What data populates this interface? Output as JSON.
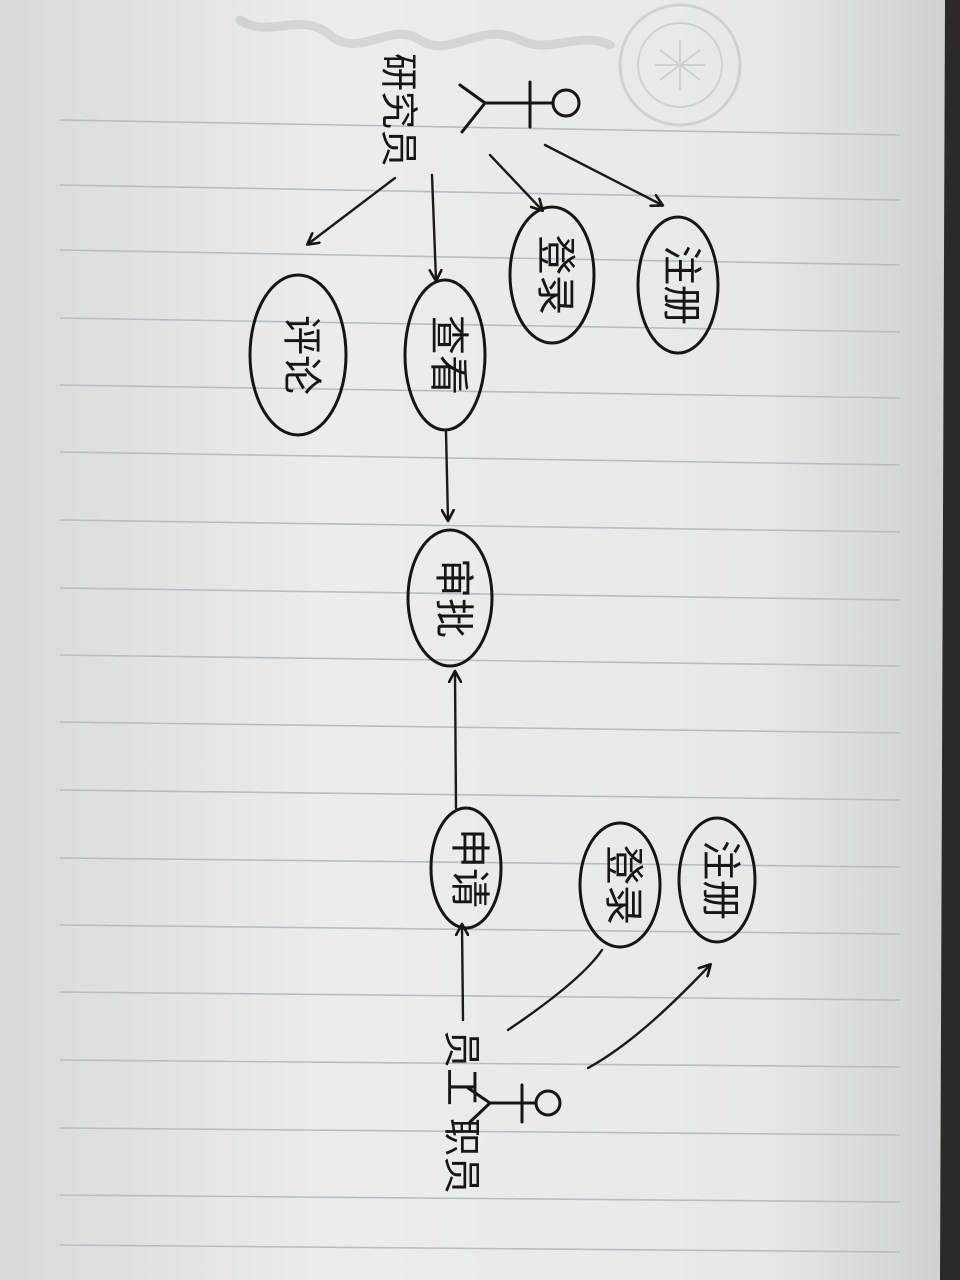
{
  "diagram": {
    "actors": [
      {
        "id": "researcher",
        "label": "研究员"
      },
      {
        "id": "staff",
        "label": "员工 职员"
      }
    ],
    "use_cases": [
      {
        "id": "register_top",
        "label": "注册"
      },
      {
        "id": "login_top",
        "label": "登录"
      },
      {
        "id": "query",
        "label": "查看"
      },
      {
        "id": "comment",
        "label": "评论"
      },
      {
        "id": "approve",
        "label": "审批"
      },
      {
        "id": "apply",
        "label": "申请"
      },
      {
        "id": "login_bottom",
        "label": "登录"
      },
      {
        "id": "register_bottom",
        "label": "注册"
      }
    ]
  },
  "colors": {
    "paper": "#e9eaea",
    "ink": "#151515",
    "rule": "#b9bdc2"
  }
}
